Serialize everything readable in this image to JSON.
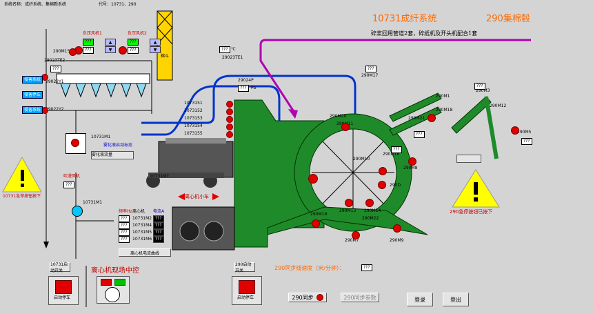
{
  "header": {
    "system_label": "系统名称：成纤系统、集棉毂系统",
    "code_label": "代号：10731、290",
    "title_10731": "10731成纤系统",
    "title_290": "290集棉毂",
    "note": "碎浆回用管道2套，碎纸机及开头机配合1套"
  },
  "placeholder": "???",
  "fans": {
    "fan1": "负压风机1",
    "fan2": "负压风机2",
    "blow_fan": "吹漫风机"
  },
  "tags": {
    "m15": "290M15",
    "te2": "29023TE2",
    "y1": "29022Y1",
    "y2": "29022Y2",
    "te1": "29023TE1",
    "pt": "29024P",
    "s1": "1073151",
    "s2": "1073152",
    "s3": "1073153",
    "s4": "1073154",
    "s5": "1073155",
    "m1": "10731M1",
    "m1b": "10731M1",
    "m7": "10731M7",
    "m2": "10731M2",
    "m4": "10731M4",
    "m5": "10731M5",
    "m6": "10731M6",
    "m17": "290M17",
    "m20": "290M20",
    "m11": "290M11",
    "m10": "290M10",
    "m16": "290M16",
    "m8": "290M8",
    "m13": "290M13",
    "m14": "290M14",
    "m19": "290M19",
    "m22": "290M22",
    "m7b": "290M7",
    "m9": "290M9",
    "m3": "290M3",
    "m5b": "290M5",
    "m1c": "290M1",
    "m21": "290M21",
    "m18": "290M18",
    "m12": "290M12",
    "d": "290D"
  },
  "units": {
    "celsius": "℃",
    "pa": "Pa",
    "hz": "频率Hz",
    "amp": "电流A",
    "centrifuge": "离心机"
  },
  "left": {
    "btn1": "侵害系统",
    "btn2": "侵害停车",
    "btn3": "侵害系统"
  },
  "labels": {
    "atom_flag": "雾化液启动标志",
    "atom_flow": "雾化液流量",
    "cart": "离心机小车",
    "hopper": "棉斗",
    "curve_btn": "离心机电流曲线",
    "local": "离心机现场中控",
    "speed": "290同步线速度（米/分钟）：",
    "sync": "290同步",
    "sync_param": "290同步参数",
    "login": "登录",
    "logout": "登出",
    "emg_10731": "10731急停按钮按下",
    "emg_290": "290急停按钮已按下",
    "start_10731": "10731启动开关",
    "start_290": "290启动开关",
    "stop": "启动停车"
  }
}
